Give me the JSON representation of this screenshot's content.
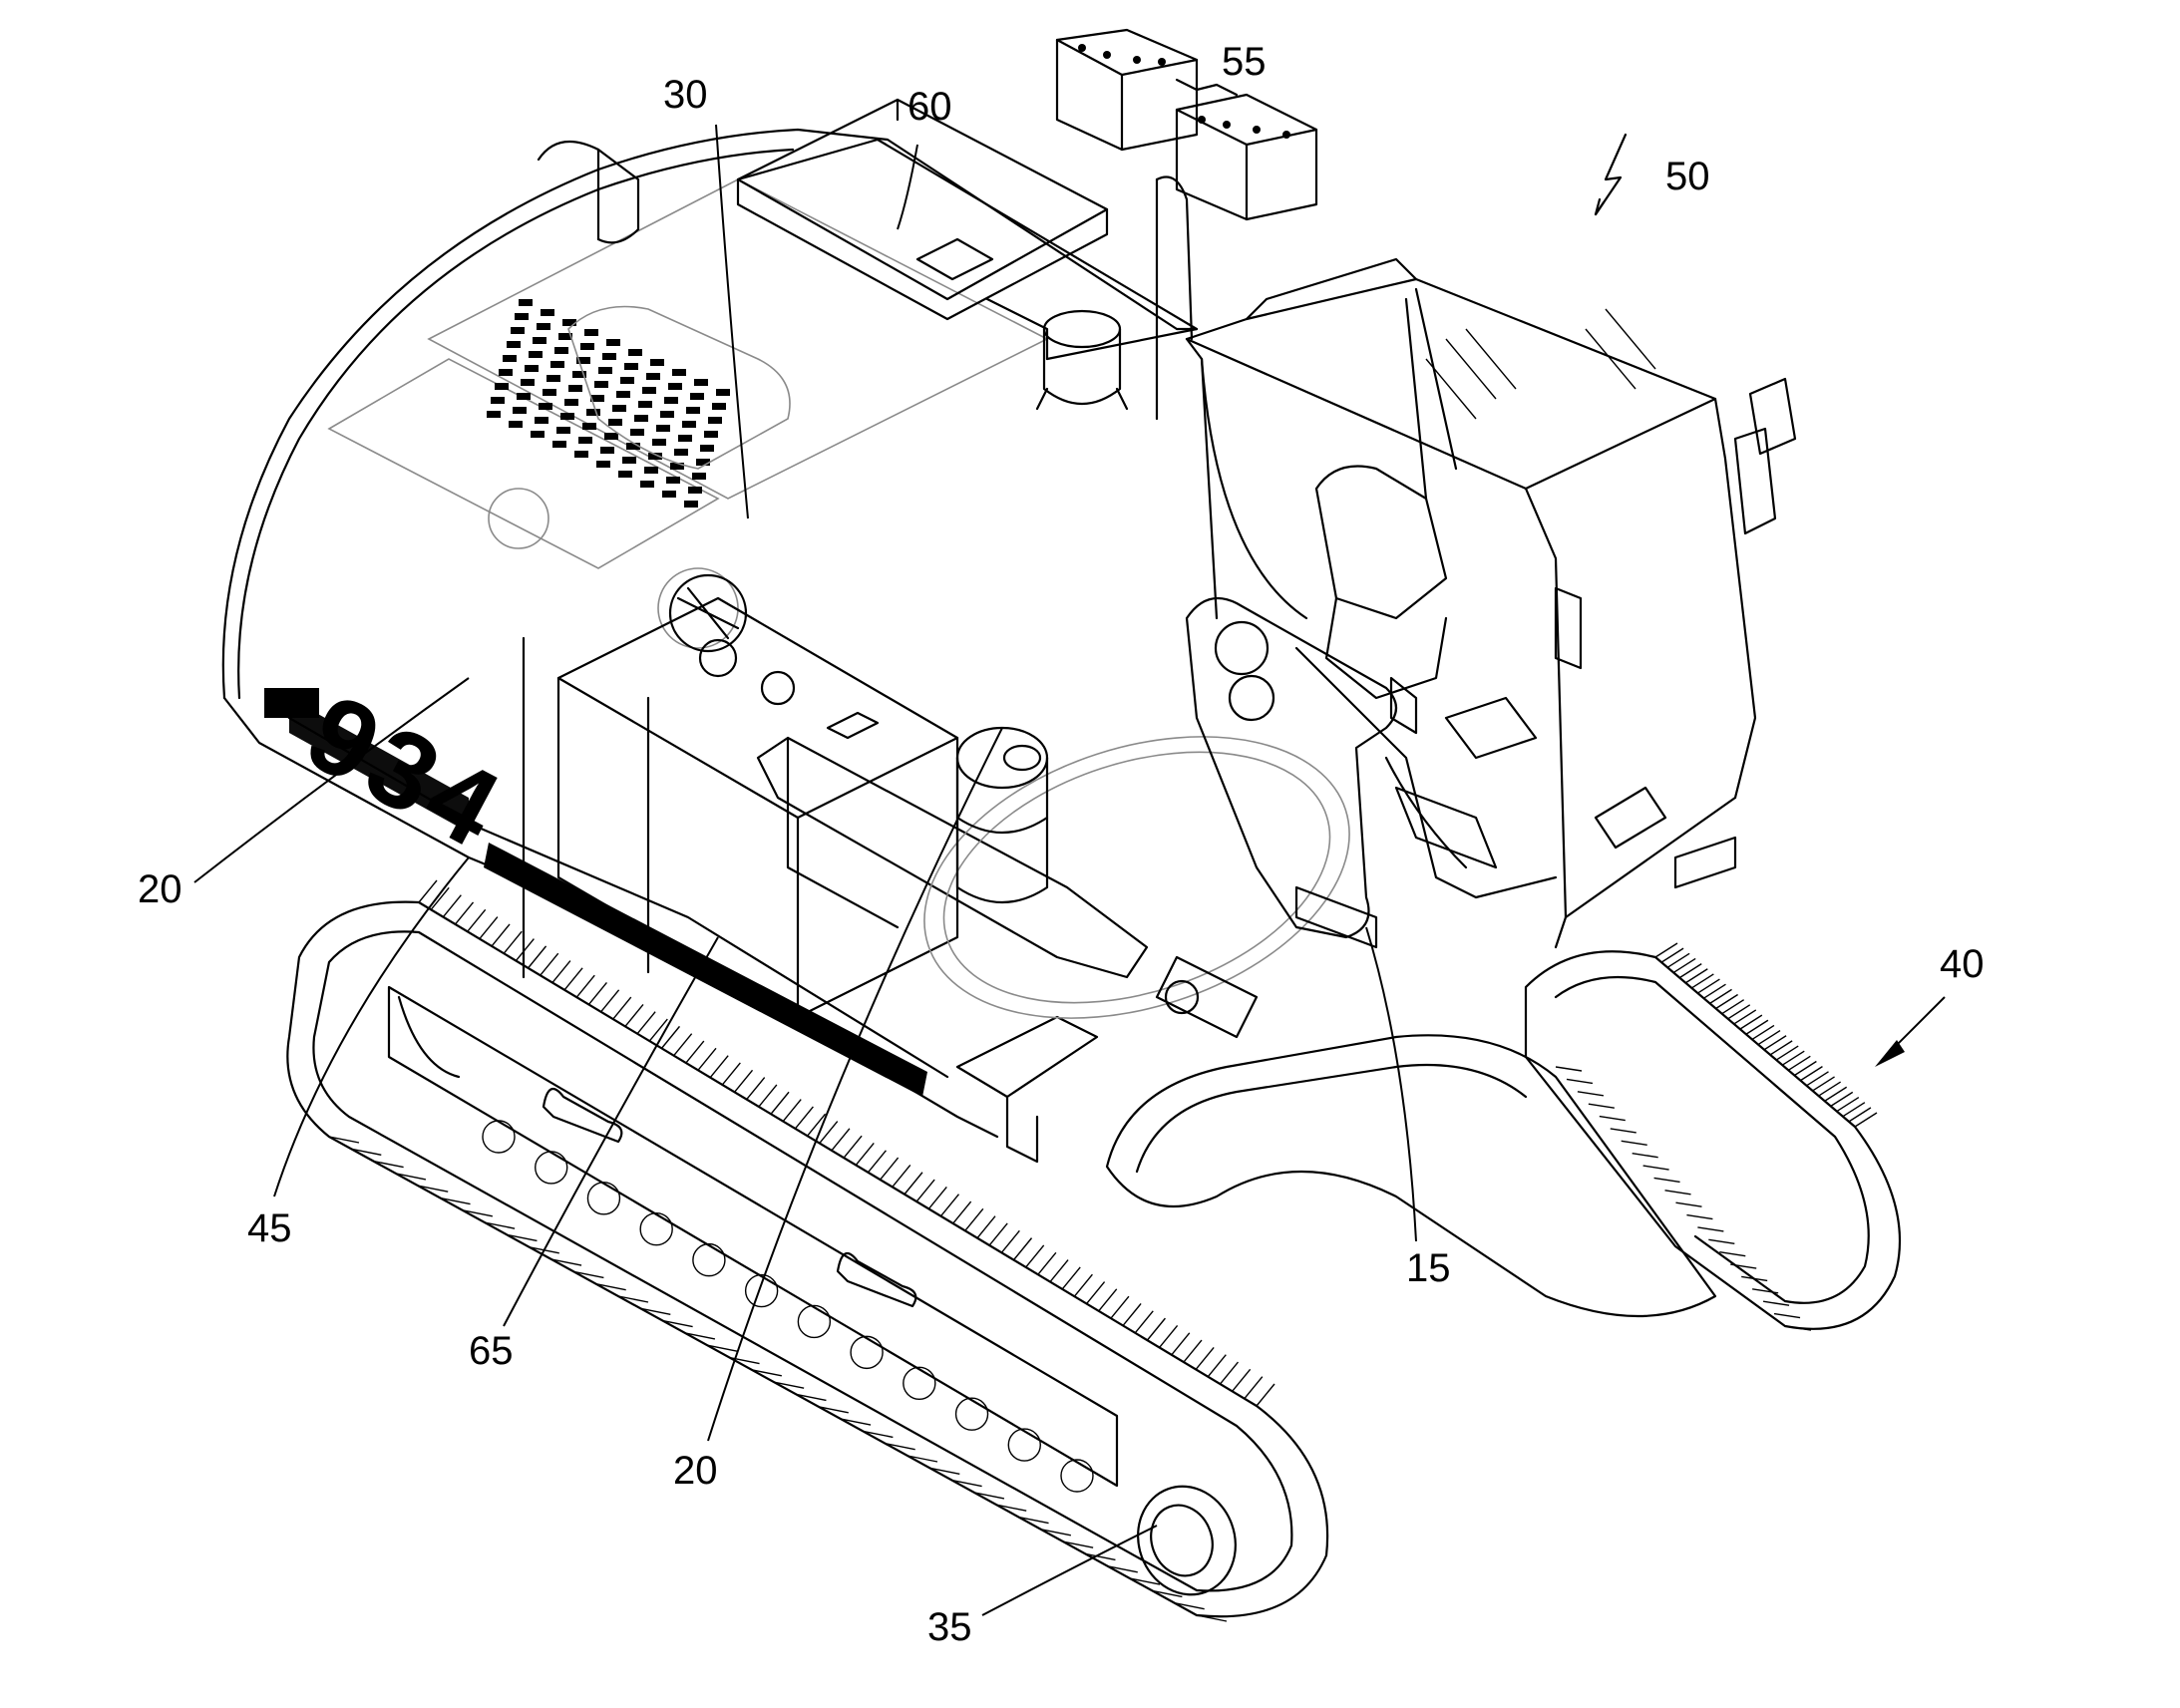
{
  "figure": {
    "model_marking": "934",
    "references": [
      {
        "id": "ref-15",
        "label": "15"
      },
      {
        "id": "ref-20a",
        "label": "20"
      },
      {
        "id": "ref-20b",
        "label": "20"
      },
      {
        "id": "ref-30",
        "label": "30"
      },
      {
        "id": "ref-35",
        "label": "35"
      },
      {
        "id": "ref-40",
        "label": "40"
      },
      {
        "id": "ref-45",
        "label": "45"
      },
      {
        "id": "ref-50",
        "label": "50"
      },
      {
        "id": "ref-55",
        "label": "55"
      },
      {
        "id": "ref-60",
        "label": "60"
      },
      {
        "id": "ref-65",
        "label": "65"
      }
    ]
  }
}
